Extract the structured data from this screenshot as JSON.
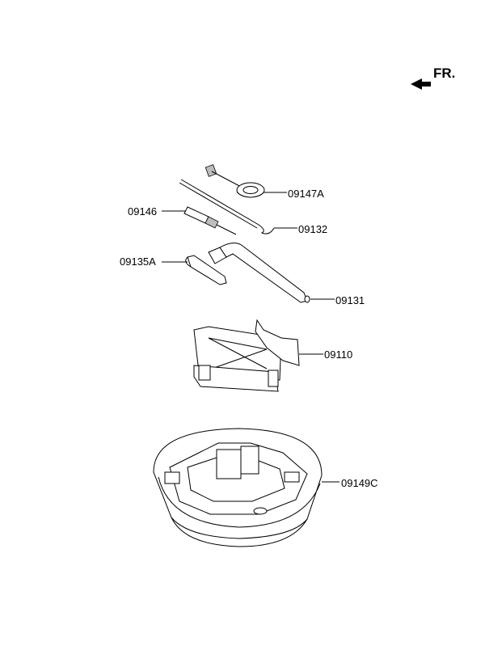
{
  "direction": {
    "label": "FR."
  },
  "parts": [
    {
      "id": "tool-09147A",
      "code": "09147A"
    },
    {
      "id": "tool-09146",
      "code": "09146"
    },
    {
      "id": "tool-09132",
      "code": "09132"
    },
    {
      "id": "tool-09135A",
      "code": "09135A"
    },
    {
      "id": "tool-09131",
      "code": "09131"
    },
    {
      "id": "jack-09110",
      "code": "09110"
    },
    {
      "id": "tray-09149C",
      "code": "09149C"
    }
  ]
}
